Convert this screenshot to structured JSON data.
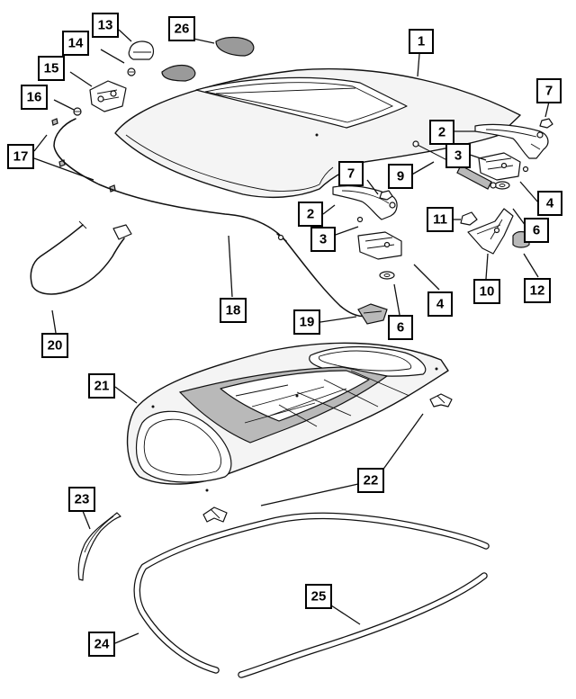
{
  "callouts": {
    "c1": "1",
    "c2a": "2",
    "c2b": "2",
    "c3a": "3",
    "c3b": "3",
    "c4a": "4",
    "c4b": "4",
    "c6a": "6",
    "c6b": "6",
    "c7a": "7",
    "c7b": "7",
    "c9": "9",
    "c10": "10",
    "c11": "11",
    "c12": "12",
    "c13": "13",
    "c14": "14",
    "c15": "15",
    "c16": "16",
    "c17": "17",
    "c18": "18",
    "c19": "19",
    "c20": "20",
    "c21": "21",
    "c22": "22",
    "c23": "23",
    "c24": "24",
    "c25": "25",
    "c26": "26"
  }
}
